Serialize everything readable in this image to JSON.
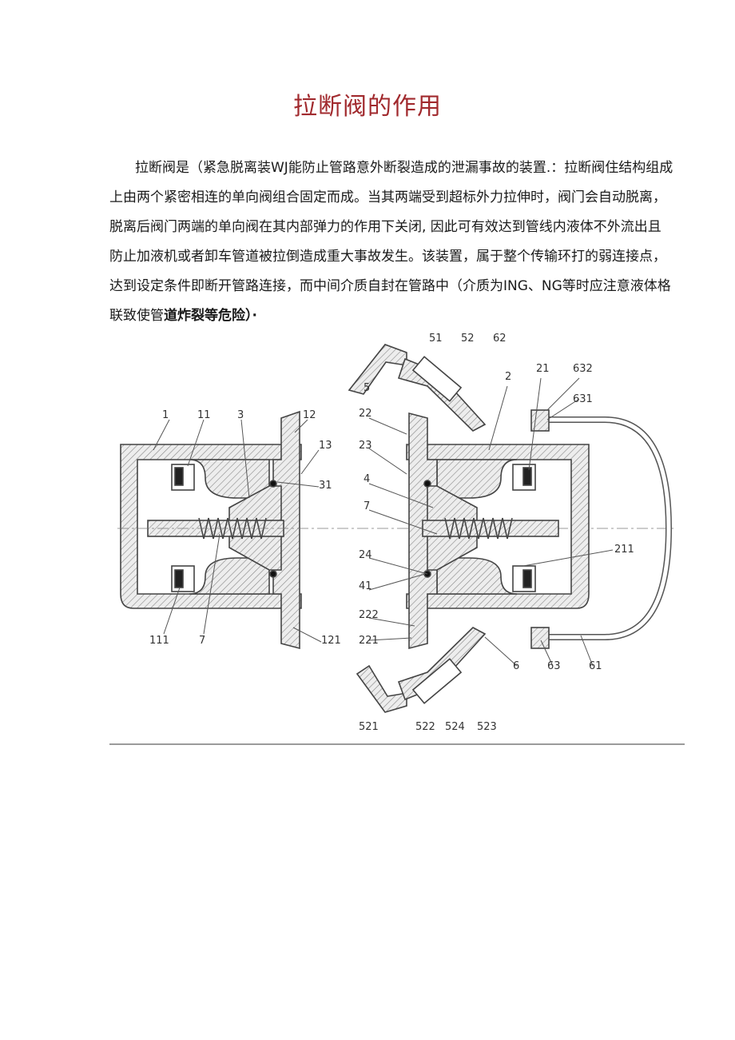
{
  "document": {
    "title": "拉断阀的作用",
    "paragraph_lines": [
      {
        "text": "拉断阀是（紧急脱离装WJ能防止管路意外断裂造成的泄漏事故的装置.：拉断阀住结构组成",
        "indent": true
      },
      {
        "text": "上由两个紧密相连的单向阀组合固定而成。当其两端受到超标外力拉伸时，阀门会自动脱离，",
        "indent": false
      },
      {
        "text": "脱离后阀门两端的单向阀在其内部弹力的作用下关闭, 因此可有效达到管线内液体不外流出且",
        "indent": false
      },
      {
        "text": "防止加液机或者卸车管道被拉倒造成重大事故发生。该装置，属于整个传输环打的弱连接点，",
        "indent": false
      },
      {
        "text": "达到设定条件即断开管路连接，而中间介质自封在管路中（介质为ING、NG等时应注意液体格",
        "indent": false
      }
    ],
    "last_line_normal": "联致使管",
    "last_line_bold": "道炸裂等危险）·"
  },
  "figure": {
    "labels": [
      "1",
      "11",
      "3",
      "12",
      "13",
      "31",
      "111",
      "7",
      "121",
      "5",
      "2",
      "21",
      "632",
      "631",
      "22",
      "23",
      "4",
      "7",
      "24",
      "41",
      "211",
      "222",
      "221",
      "6",
      "63",
      "61",
      "521",
      "522",
      "524",
      "523",
      "51",
      "52",
      "62"
    ]
  }
}
